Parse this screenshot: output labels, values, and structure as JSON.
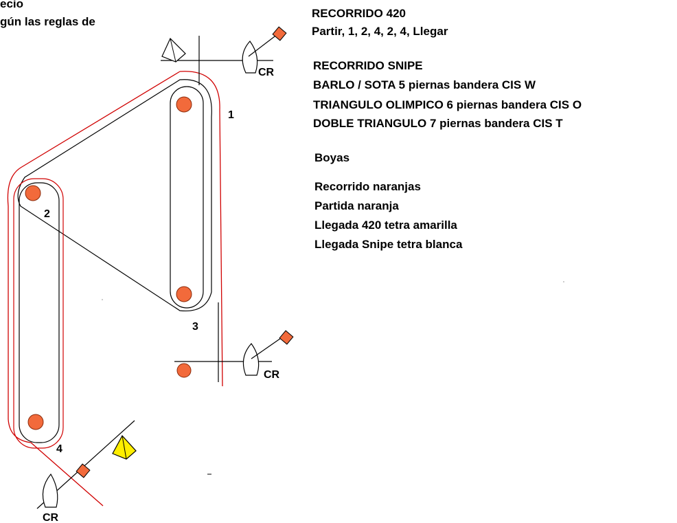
{
  "top_left_text": {
    "line1": "ecio",
    "line2": "gún las reglas de"
  },
  "recorrido_420": {
    "title": "RECORRIDO 420",
    "sequence": "Partir, 1, 2, 4, 2, 4, Llegar"
  },
  "recorrido_snipe": {
    "title": "RECORRIDO SNIPE",
    "options": [
      "BARLO / SOTA 5 piernas  bandera CIS W",
      "TRIANGULO OLIMPICO 6 piernas  bandera CIS O",
      "DOBLE TRIANGULO 7 piernas bandera CIS T"
    ]
  },
  "boyas": {
    "title": "Boyas",
    "items": [
      "Recorrido naranjas",
      "Partida naranja",
      "Llegada 420 tetra amarilla",
      "Llegada Snipe tetra blanca"
    ]
  },
  "diagram": {
    "mark_labels": [
      "1",
      "2",
      "3",
      "4"
    ],
    "committee_label": "CR",
    "colors": {
      "buoy": "#f26a3b",
      "buoy_outline": "#8a2a0a",
      "flag": "#f26a3b",
      "snipe_course": "#d00000",
      "course_420": "#000000",
      "finish_tetra_420": "#ffee00",
      "finish_tetra_snipe": "#ffffff"
    }
  }
}
